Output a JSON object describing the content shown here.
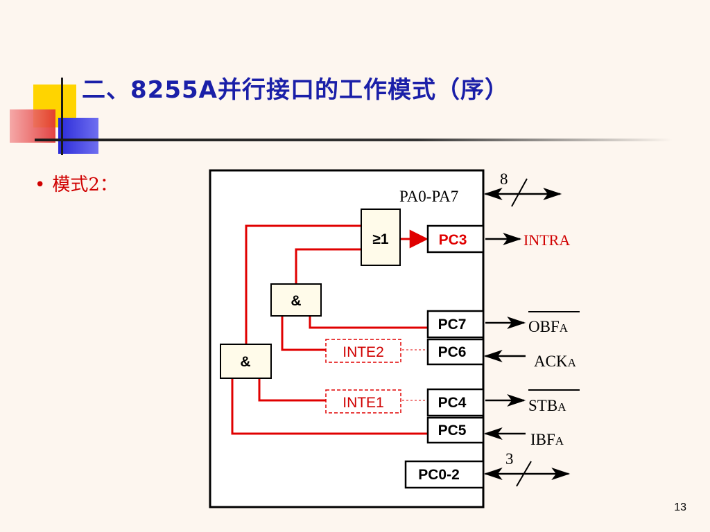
{
  "slide": {
    "title": "二、8255A并行接口的工作模式（序）",
    "bullet": "模式2：",
    "page_number": "13"
  },
  "diagram": {
    "bus": {
      "label": "PA0-PA7",
      "width": "8"
    },
    "or_gate": "≥1",
    "and_gate_upper": "&",
    "and_gate_lower": "&",
    "pins": {
      "pc3": "PC3",
      "pc7": "PC7",
      "pc6": "PC6",
      "pc4": "PC4",
      "pc5": "PC5",
      "pc02": "PC0-2"
    },
    "inte2": "INTE2",
    "inte1": "INTE1",
    "signals": {
      "intra": "INTRA",
      "obfa": "OBF",
      "acka": "ACK",
      "stba": "STB",
      "ibfa": "IBF",
      "suffix": "A"
    },
    "pc02_width": "3"
  },
  "colors": {
    "title": "#1A1FA8",
    "wire_red": "#E00000",
    "label_red": "#D00000",
    "background": "#FDF6EF",
    "gate_fill": "#FFFBEA"
  }
}
